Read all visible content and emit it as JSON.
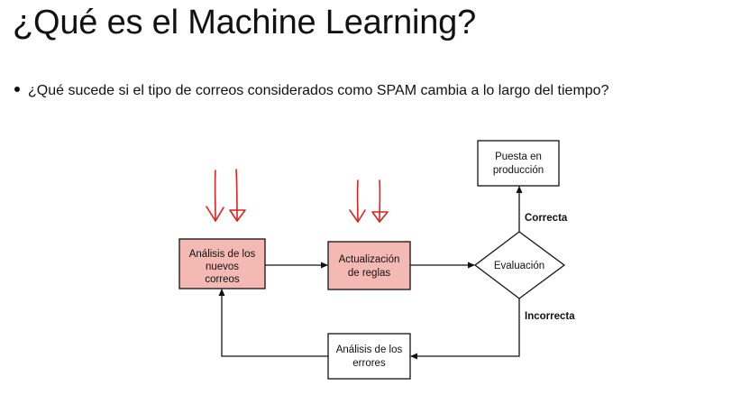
{
  "slide": {
    "title": "¿Qué es el Machine Learning?",
    "bullet": "¿Qué sucede si el tipo de correos considerados como SPAM cambia a lo largo del tiempo?"
  },
  "diagram": {
    "nodes": {
      "analisis_nuevos": {
        "lines": [
          "Análisis de los",
          "nuevos",
          "correos"
        ],
        "highlighted": true
      },
      "actualizacion": {
        "lines": [
          "Actualización",
          "de reglas"
        ],
        "highlighted": true
      },
      "evaluacion": {
        "lines": [
          "Evaluación"
        ],
        "shape": "diamond"
      },
      "puesta": {
        "lines": [
          "Puesta en",
          "producción"
        ]
      },
      "analisis_errores": {
        "lines": [
          "Análisis de los",
          "errores"
        ]
      }
    },
    "edges": {
      "correcta": "Correcta",
      "incorrecta": "Incorrecta"
    },
    "annotations": "red hand-drawn double down-arrows above highlighted boxes"
  },
  "colors": {
    "highlight_fill": "#f4b9b3",
    "annotation_red": "#d9231f",
    "line": "#111111"
  }
}
